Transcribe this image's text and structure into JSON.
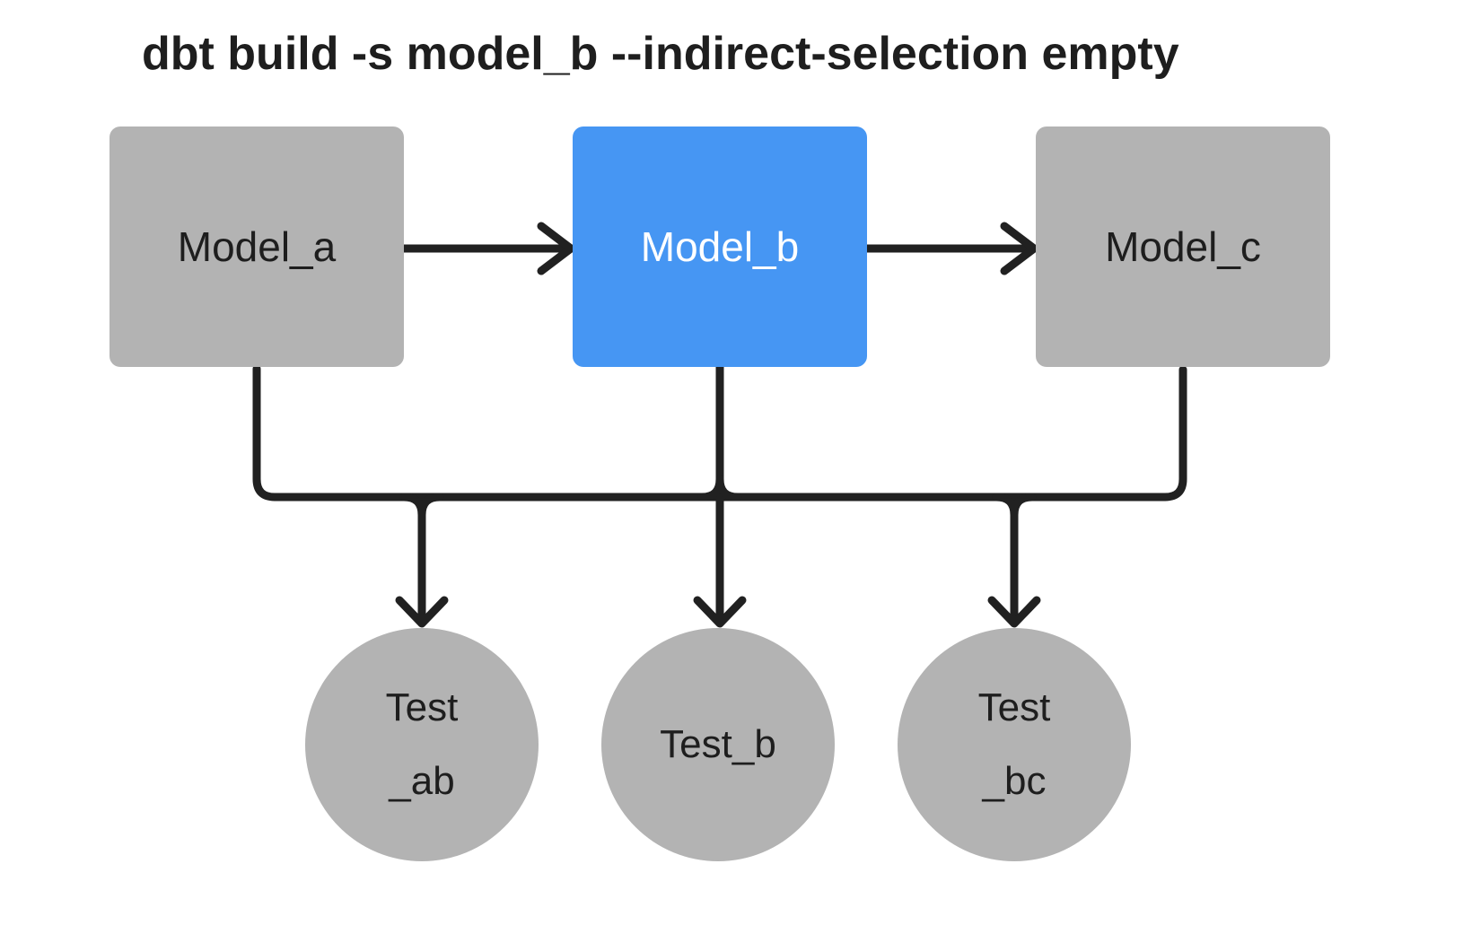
{
  "title": "dbt build -s model_b --indirect-selection empty",
  "colors": {
    "node_gray": "#b3b3b3",
    "node_selected_blue": "#4696f3",
    "edge_line": "#212121",
    "text_dark": "#1e1e1e",
    "text_on_selected": "#ffffff",
    "background": "#ffffff"
  },
  "models": [
    {
      "id": "model_a",
      "label": "Model_a",
      "selected": false
    },
    {
      "id": "model_b",
      "label": "Model_b",
      "selected": true
    },
    {
      "id": "model_c",
      "label": "Model_c",
      "selected": false
    }
  ],
  "tests": [
    {
      "id": "test_ab",
      "line1": "Test",
      "line2": "_ab"
    },
    {
      "id": "test_b",
      "line1": "Test_b",
      "line2": ""
    },
    {
      "id": "test_bc",
      "line1": "Test",
      "line2": "_bc"
    }
  ],
  "edges": [
    {
      "from": "model_a",
      "to": "model_b"
    },
    {
      "from": "model_b",
      "to": "model_c"
    },
    {
      "from": "model_a",
      "to": "test_ab"
    },
    {
      "from": "model_b",
      "to": "test_ab"
    },
    {
      "from": "model_b",
      "to": "test_b"
    },
    {
      "from": "model_b",
      "to": "test_bc"
    },
    {
      "from": "model_c",
      "to": "test_bc"
    }
  ]
}
